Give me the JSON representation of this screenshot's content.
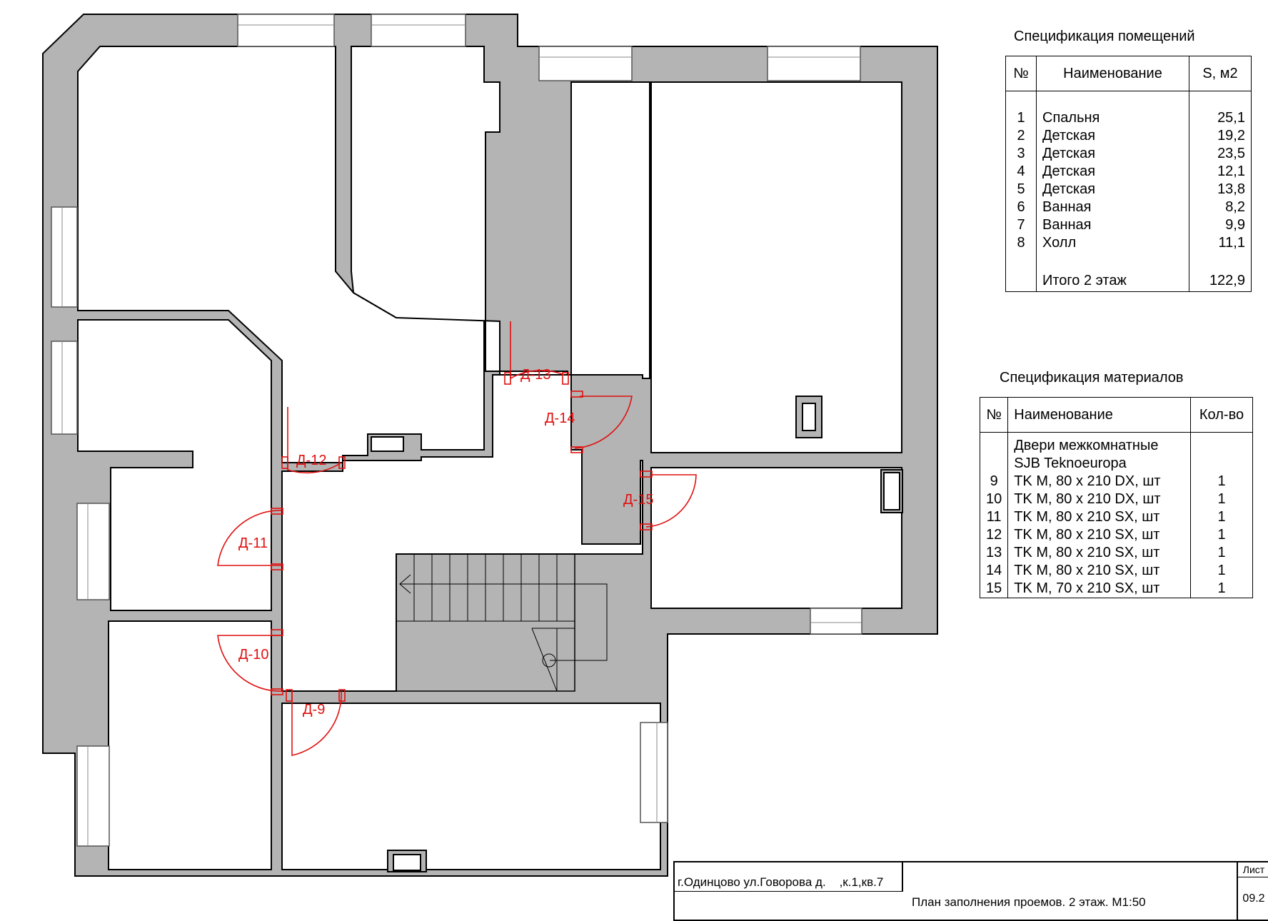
{
  "door_labels": [
    "Д-9",
    "Д-10",
    "Д-11",
    "Д-12",
    "Д-13",
    "Д-14",
    "Д-15"
  ],
  "rooms_spec": {
    "title": "Спецификация помещений",
    "headers": [
      "№",
      "Наименование",
      "S, м2"
    ],
    "rows": [
      {
        "n": "1",
        "name": "Спальня",
        "area": "25,1"
      },
      {
        "n": "2",
        "name": "Детская",
        "area": "19,2"
      },
      {
        "n": "3",
        "name": "Детская",
        "area": "23,5"
      },
      {
        "n": "4",
        "name": "Детская",
        "area": "12,1"
      },
      {
        "n": "5",
        "name": "Детская",
        "area": "13,8"
      },
      {
        "n": "6",
        "name": "Ванная",
        "area": "8,2"
      },
      {
        "n": "7",
        "name": "Ванная",
        "area": "9,9"
      },
      {
        "n": "8",
        "name": "Холл",
        "area": "11,1"
      }
    ],
    "total_label": "Итого 2 этаж",
    "total_value": "122,9"
  },
  "materials_spec": {
    "title": "Спецификация материалов",
    "headers": [
      "№",
      "Наименование",
      "Кол-во"
    ],
    "group_line1": "Двери  межкомнатные",
    "group_line2": "SJB Teknoeuropa",
    "rows": [
      {
        "n": "9",
        "name": "TK M, 80 x 210 DX, шт",
        "qty": "1"
      },
      {
        "n": "10",
        "name": "TK M, 80 x 210 DX, шт",
        "qty": "1"
      },
      {
        "n": "11",
        "name": "TK M, 80 x 210 SX, шт",
        "qty": "1"
      },
      {
        "n": "12",
        "name": "TK M, 80 x 210 SX, шт",
        "qty": "1"
      },
      {
        "n": "13",
        "name": "TK M, 80 x 210 SX, шт",
        "qty": "1"
      },
      {
        "n": "14",
        "name": "TK M, 80 x 210 SX, шт",
        "qty": "1"
      },
      {
        "n": "15",
        "name": "TK M, 70 x 210 SX, шт",
        "qty": "1"
      }
    ]
  },
  "stamp": {
    "address": "г.Одинцово ул.Говорова д.    ,к.1,кв.7",
    "title": "План заполнения проемов. 2 этаж. М1:50",
    "sheet_label": "Лист",
    "sheet_number": "09.2"
  }
}
